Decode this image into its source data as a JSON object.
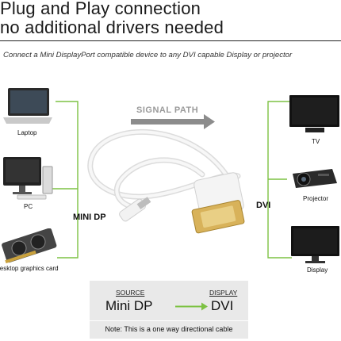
{
  "headline": {
    "line1": "Plug and Play connection",
    "line2": "no additional drivers needed"
  },
  "subtitle": "Connect a Mini DisplayPort compatible device to any DVI capable Display or projector",
  "signal_path": "SIGNAL PATH",
  "connectors": {
    "left": "MINI DP",
    "right": "DVI"
  },
  "sources": [
    {
      "label": "Laptop",
      "icon": "laptop-icon"
    },
    {
      "label": "PC",
      "icon": "desktop-pc-icon"
    },
    {
      "label": "Desktop graphics card",
      "icon": "graphics-card-icon"
    }
  ],
  "displays": [
    {
      "label": "TV",
      "icon": "tv-icon"
    },
    {
      "label": "Projector",
      "icon": "projector-icon"
    },
    {
      "label": "Display",
      "icon": "monitor-icon"
    }
  ],
  "direction_box": {
    "source_key": "SOURCE",
    "source_value": "Mini DP",
    "display_key": "DISPLAY",
    "display_value": "DVI",
    "note": "Note: This is a one way directional cable"
  },
  "colors": {
    "accent_green": "#7dc243",
    "arrow_gray": "#8c8c8c",
    "box_bg": "#e9e9e9"
  }
}
